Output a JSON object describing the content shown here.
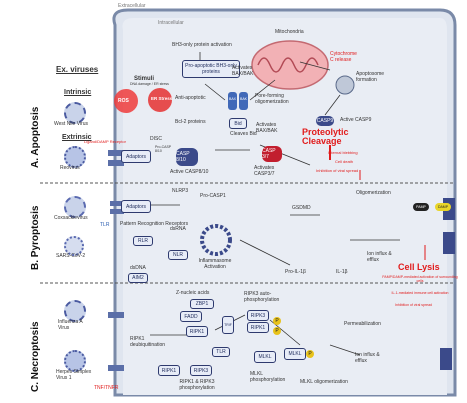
{
  "left_column": {
    "header": "Ex. viruses",
    "intrinsic": "Intrinsic",
    "west_nile": "West Nile Virus",
    "extrinsic": "Extrinsic",
    "reovirus": "Reovirus",
    "coxsackievirus": "Coxsackievirus",
    "sarscov2": "SARS-CoV-2",
    "influenza": "Influenza A Virus",
    "herpes": "Herpes Simplex Virus 1",
    "ligands": "Ligand/DAMP Receptor",
    "tnf_tnfr": "TNF/TNFR",
    "tlr": "TLR"
  },
  "sections": {
    "apoptosis": "A. Apoptosis",
    "pyroptosis": "B. Pyroptosis",
    "necroptosis": "C. Necroptosis"
  },
  "cell": {
    "extracellular": "Extracellular",
    "intracellular": "Intracellular",
    "mitochondria": "Mitochondria"
  },
  "apoptosis": {
    "bh3_activation": "BH3-only protein activation",
    "pro_apoptotic": "Pro-apoptotic BH3-only proteins",
    "stimuli": "Stimuli",
    "stimuli_sub": "DNA damage / ER stress",
    "er_stress": "ER Stress",
    "ros": "ROS",
    "anti_apoptotic": "Anti-apoptotic",
    "bcl2": "Bcl-2 proteins",
    "activates_bax": "Activates BAX/BAK",
    "bax": "BAX",
    "bak": "BAK",
    "pore_forming": "Pore-forming oligomerization",
    "cytochrome": "Cytochrome C release",
    "apoptosome": "Apoptosome formation",
    "casp9": "CASP9",
    "active_casp9": "Active CASP9",
    "bid": "Bid",
    "cleaves_bid": "Cleaves Bid",
    "disc": "DISC",
    "adaptors": "Adaptors",
    "pro_casp": "Pro-CASP 8/10",
    "casp810": "CASP 8/10",
    "active_casp810": "Active CASP8/10",
    "activates_bax2": "Activates BAX/BAK",
    "casp37": "CASP 3/7",
    "activates_casp37": "Activates CASP3/7",
    "proteolytic": "Proteolytic Cleavage",
    "internal": "Internal blebbing",
    "cell_death": "Cell death",
    "inhibition": "Inhibition of viral spread"
  },
  "pyroptosis": {
    "nlrp3": "NLRP3",
    "adaptors": "Adaptors",
    "pro_casp1": "Pro-CASP1",
    "prr": "Pattern Recognition Receptors",
    "dsrna": "dsRNA",
    "rlr": "RLR",
    "nlr": "NLR",
    "dsdna": "dsDNA",
    "aim2": "AIM2",
    "inflammasome": "Inflammasome Activation",
    "gsdmd": "GSDMD",
    "oligomerization": "Oligomerization",
    "pro_il1b": "Pro-IL-1β",
    "il1b": "IL-1β",
    "ion_influx": "Ion influx & efflux",
    "pamp": "PAMP",
    "damp": "DAMP",
    "cell_lysis": "Cell Lysis",
    "lysis_1": "PAMP/DAMP-mediated activation of surrounding cells",
    "lysis_2": "IL-1-mediated immune cell activation",
    "lysis_3": "Inhibition of viral spread"
  },
  "necroptosis": {
    "z_nucleic": "Z-nucleic acids",
    "zbp1": "ZBP1",
    "ripk3_auto": "RIPK3 auto-phosphorylation",
    "fadd": "FADD",
    "ripk1_deubiq": "RIPK1 deubiquitination",
    "ripk1": "RIPK1",
    "ripk3": "RIPK3",
    "trif": "TRIF",
    "tlr": "TLR",
    "mlkl": "MLKL",
    "mlkl_phos": "MLKL phosphorylation",
    "mlkl_oligo": "MLKL oligomerization",
    "ripk1_phos": "RIPK1 & RIPK3 phosphorylation",
    "permeabilization": "Permeabilization",
    "ion_influx": "Ion influx & efflux",
    "p": "P"
  }
}
